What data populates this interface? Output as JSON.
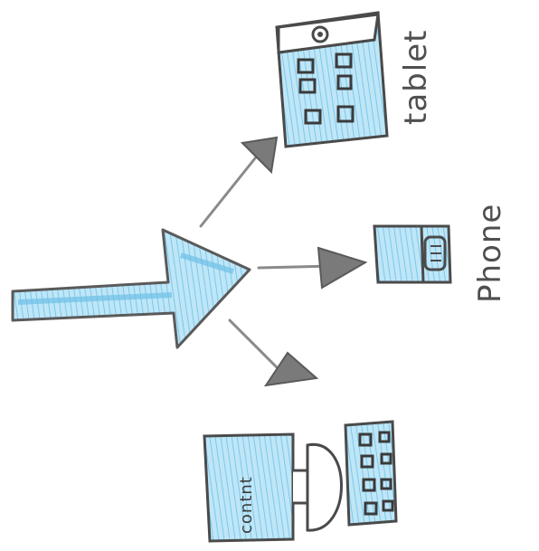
{
  "labels": {
    "tablet": "tablet",
    "phone": "Phone",
    "desktop_screen": "contnt"
  },
  "colors": {
    "pencil": "#5a5a5a",
    "pencil_dark": "#4a4a4a",
    "fill_blue": "#8fd1ef",
    "fill_blue_light": "#bfe6f7",
    "arrow_head_grey": "#7a7a7a"
  },
  "icons": {
    "tablet": "tablet-icon",
    "phone": "phone-icon",
    "desktop": "desktop-computer-icon",
    "source_arrow": "arrow-right-icon"
  }
}
